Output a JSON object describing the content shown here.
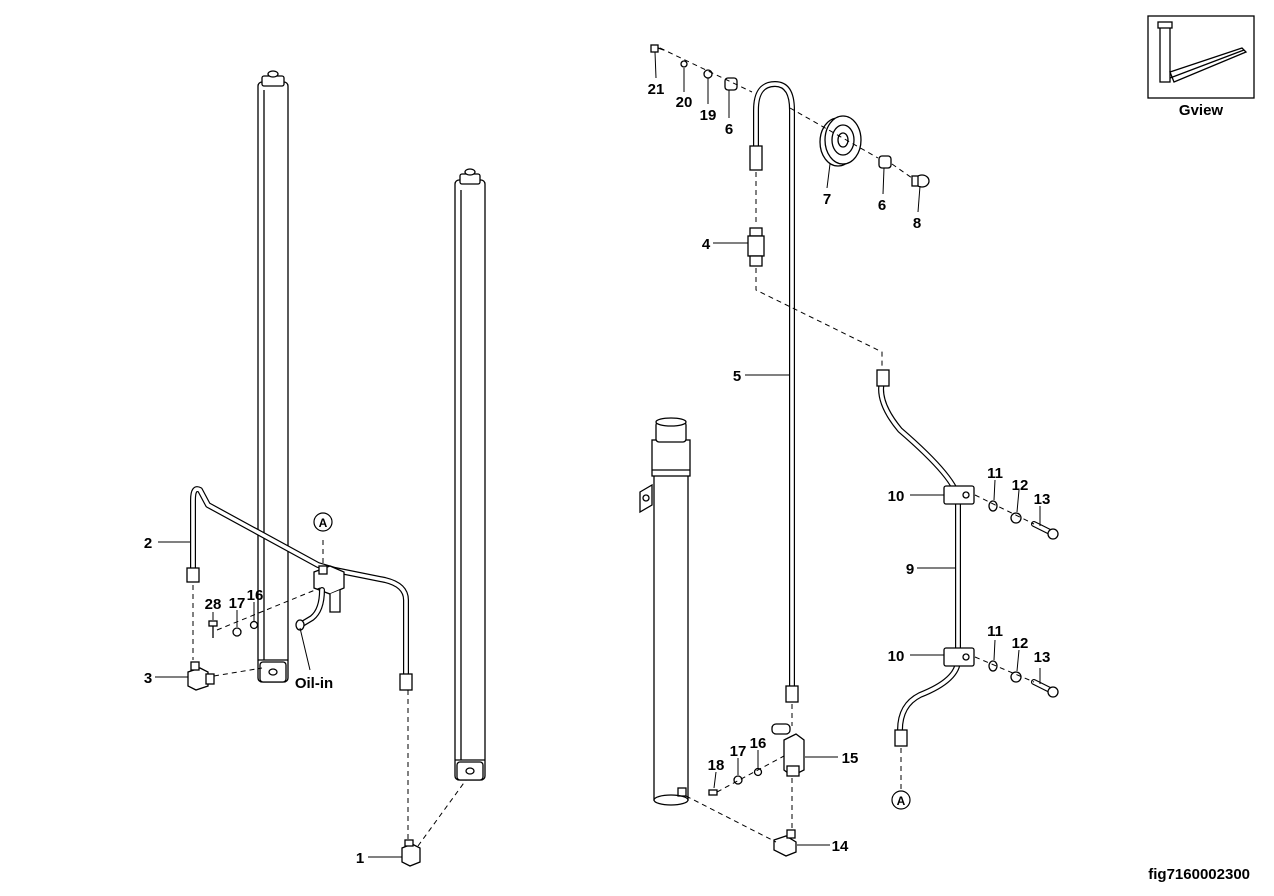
{
  "figure_id": "fig7160002300",
  "view_label": "Gview",
  "oil_in_label": "Oil-in",
  "ref_marker": "A",
  "callouts": {
    "c1": "1",
    "c2": "2",
    "c3": "3",
    "c4": "4",
    "c5": "5",
    "c6a": "6",
    "c6b": "6",
    "c7": "7",
    "c8": "8",
    "c9": "9",
    "c10a": "10",
    "c10b": "10",
    "c11a": "11",
    "c11b": "11",
    "c12a": "12",
    "c12b": "12",
    "c13a": "13",
    "c13b": "13",
    "c14": "14",
    "c15": "15",
    "c16a": "16",
    "c16b": "16",
    "c17a": "17",
    "c17b": "17",
    "c18": "18",
    "c19": "19",
    "c20": "20",
    "c21": "21",
    "c28": "28"
  }
}
